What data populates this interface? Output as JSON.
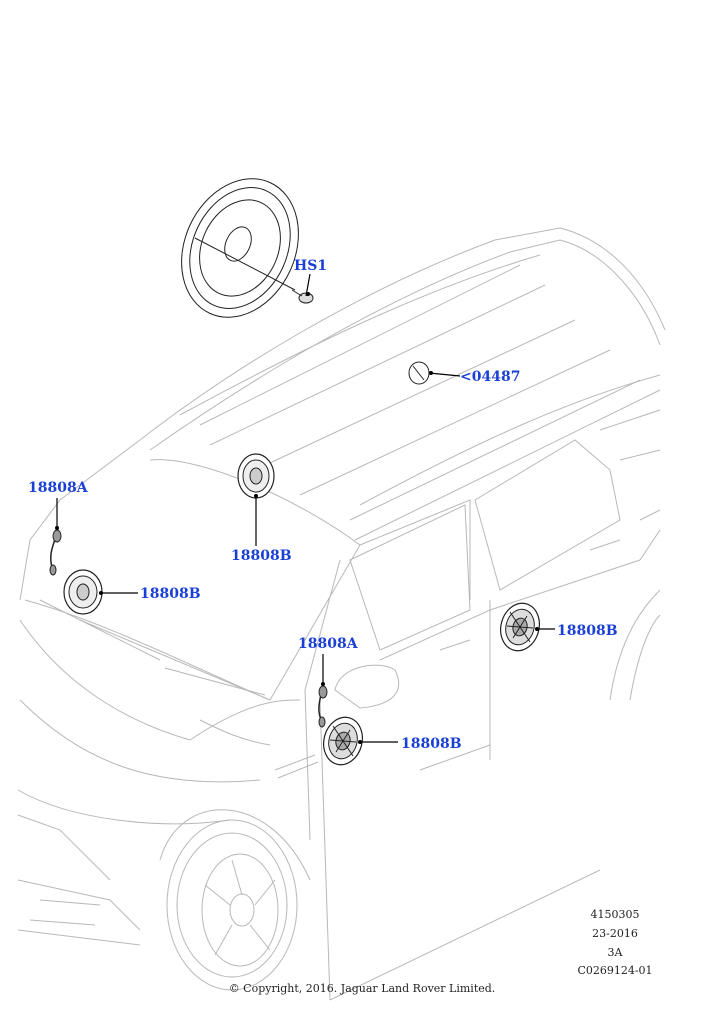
{
  "callouts": {
    "hs1": "HS1",
    "c04487": "<04487",
    "a_left": "18808A",
    "b_roof_front": "18808B",
    "b_dash_left": "18808B",
    "a_right": "18808A",
    "b_rear_door": "18808B",
    "b_front_door": "18808B"
  },
  "reference": {
    "line1": "4150305",
    "line2": "23-2016",
    "line3": "3A",
    "line4": "C0269124-01"
  },
  "copyright": "© Copyright, 2016. Jaguar Land Rover Limited."
}
